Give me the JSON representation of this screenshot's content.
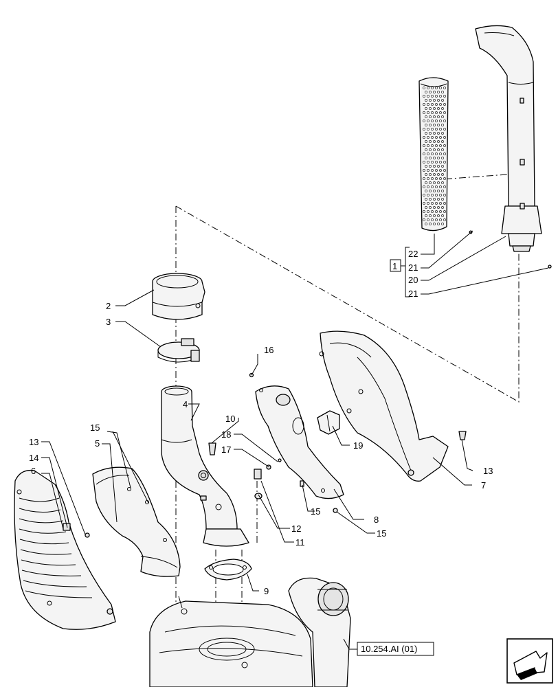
{
  "diagram": {
    "callouts": {
      "c1": "1",
      "c2": "2",
      "c3": "3",
      "c4": "4",
      "c5": "5",
      "c6": "6",
      "c7": "7",
      "c8": "8",
      "c9": "9",
      "c10": "10",
      "c11": "11",
      "c12": "12",
      "c13a": "13",
      "c13b": "13",
      "c14": "14",
      "c15a": "15",
      "c15b": "15",
      "c15c": "15",
      "c16": "16",
      "c17": "17",
      "c18": "18",
      "c19": "19",
      "c20": "20",
      "c21a": "21",
      "c21b": "21",
      "c22": "22"
    },
    "reference": "10.254.AI (01)",
    "nav_icon": "page-navigation-arrow-icon"
  }
}
